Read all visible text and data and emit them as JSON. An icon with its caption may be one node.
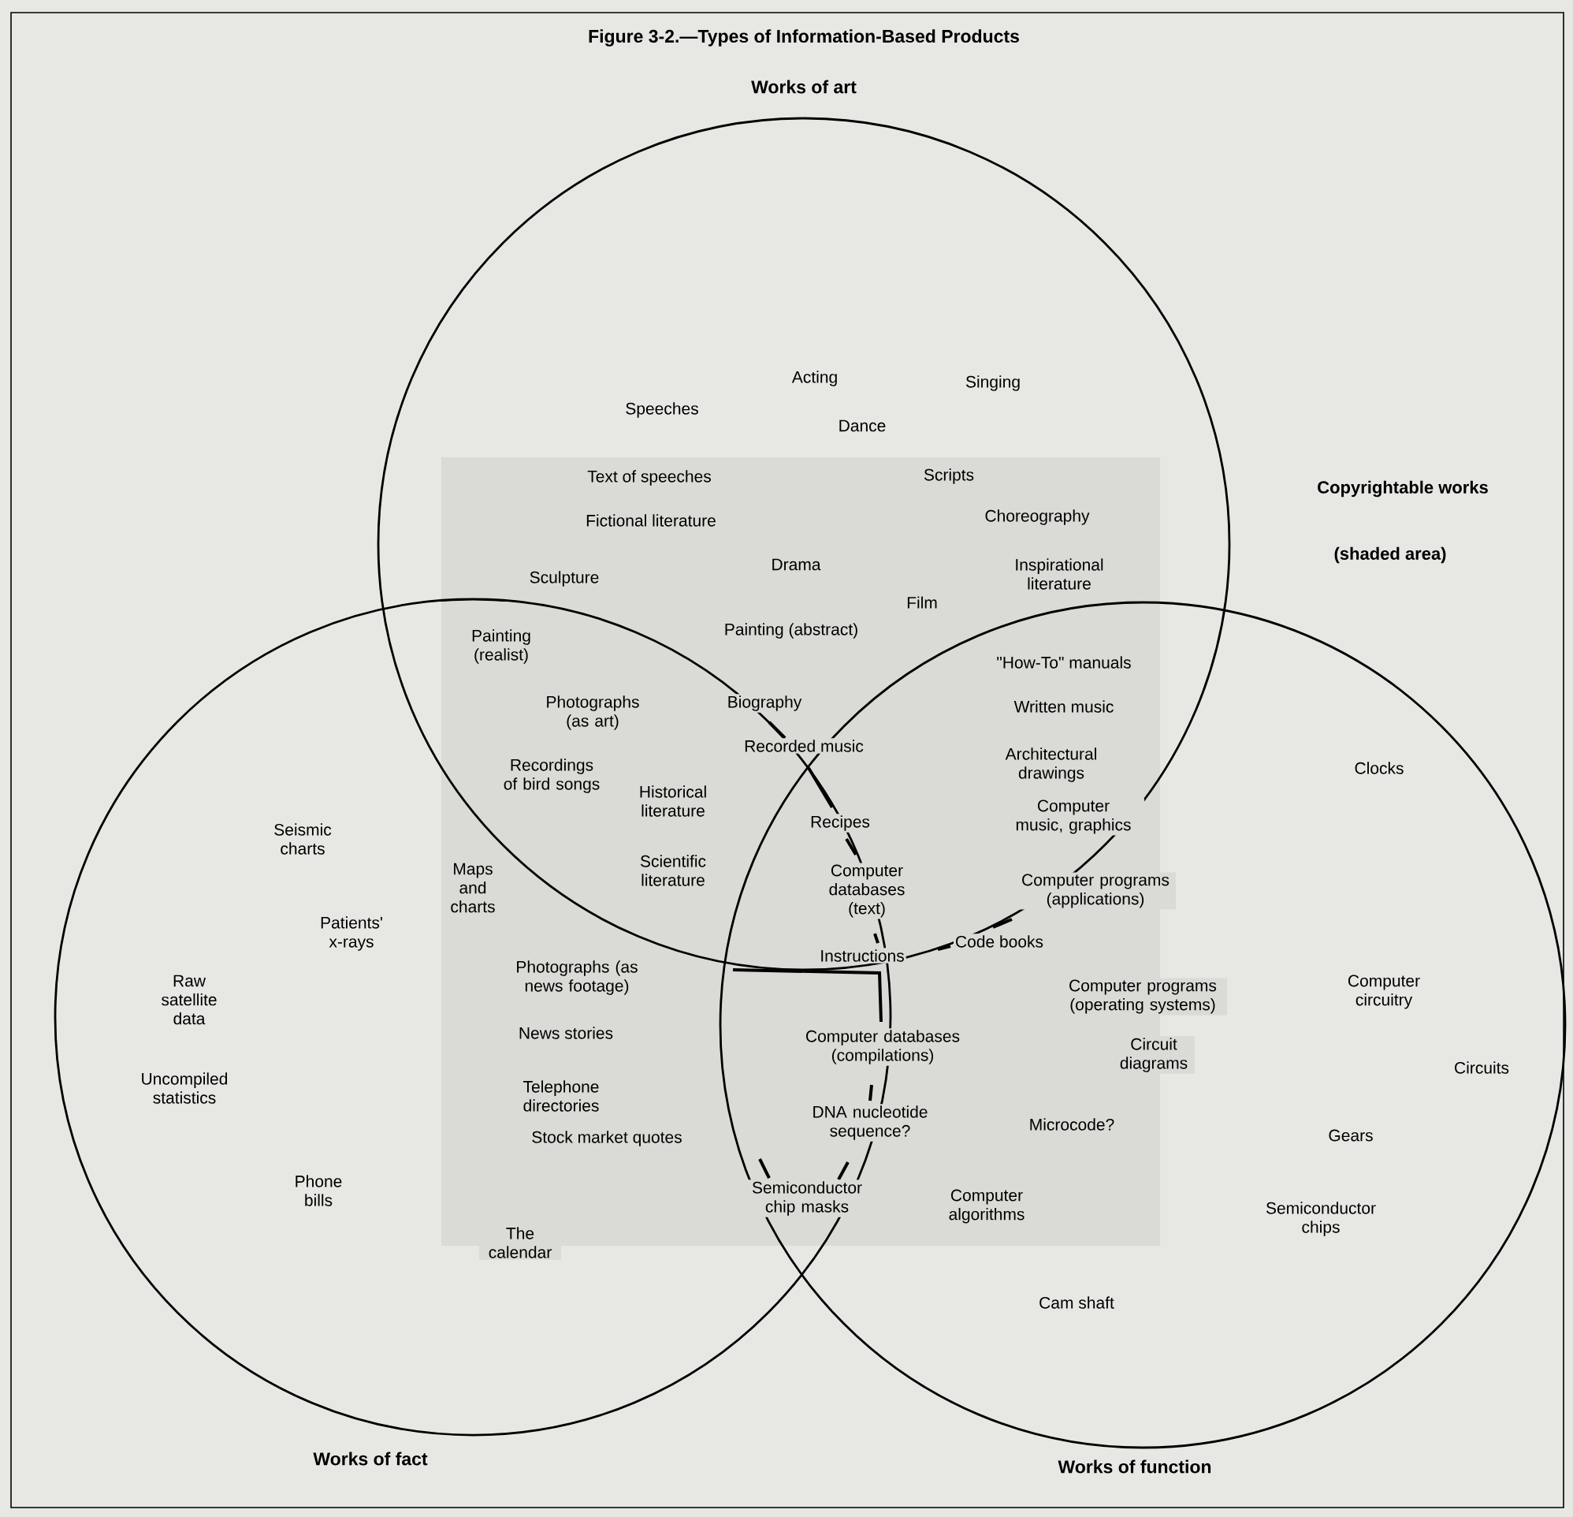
{
  "diagram": {
    "title": "Figure 3-2.—Types of Information-Based Products",
    "nodes": [
      {
        "text": [
          "Works of art"
        ]
      },
      {
        "text": [
          "Works of fact"
        ]
      },
      {
        "text": [
          "Works of function"
        ]
      }
    ],
    "labels": [
      "Acting",
      "Singing",
      "Speeches",
      "Dance",
      "Text of speeches",
      "Scripts",
      "Copyrightable works",
      "Fictional literature",
      "Choreography",
      "(shaded area)",
      "Drama",
      "Sculpture",
      "Inspirational literature",
      "Film",
      "Painting (realist)",
      "Painting (abstract)",
      "\"How-To\" manuals",
      "Photographs (as art)",
      "Biography",
      "Written music",
      "Recorded music",
      "Recordings of bird songs",
      "Architectural drawings",
      "Clocks",
      "Historical literature",
      "Recipes",
      "Computer music, graphics",
      "Seismic charts",
      "Maps and charts",
      "Scientific literature",
      "Computer databases (text)",
      "Computer programs (applications)",
      "Patients' x-rays",
      "Code books",
      "Instructions",
      "Raw satellite data",
      "Photographs (as news footage)",
      "Computer programs (operating systems)",
      "Computer circuitry",
      "News stories",
      "Computer databases (compilations)",
      "Circuit diagrams",
      "Circuits",
      "Uncompiled statistics",
      "Telephone directories",
      "DNA nucleotide sequence?",
      "Microcode?",
      "Stock market quotes",
      "Gears",
      "Phone bills",
      "Semiconductor chip masks",
      "Computer algorithms",
      "Semiconductor chips",
      "The calendar",
      "Cam shaft"
    ]
  }
}
